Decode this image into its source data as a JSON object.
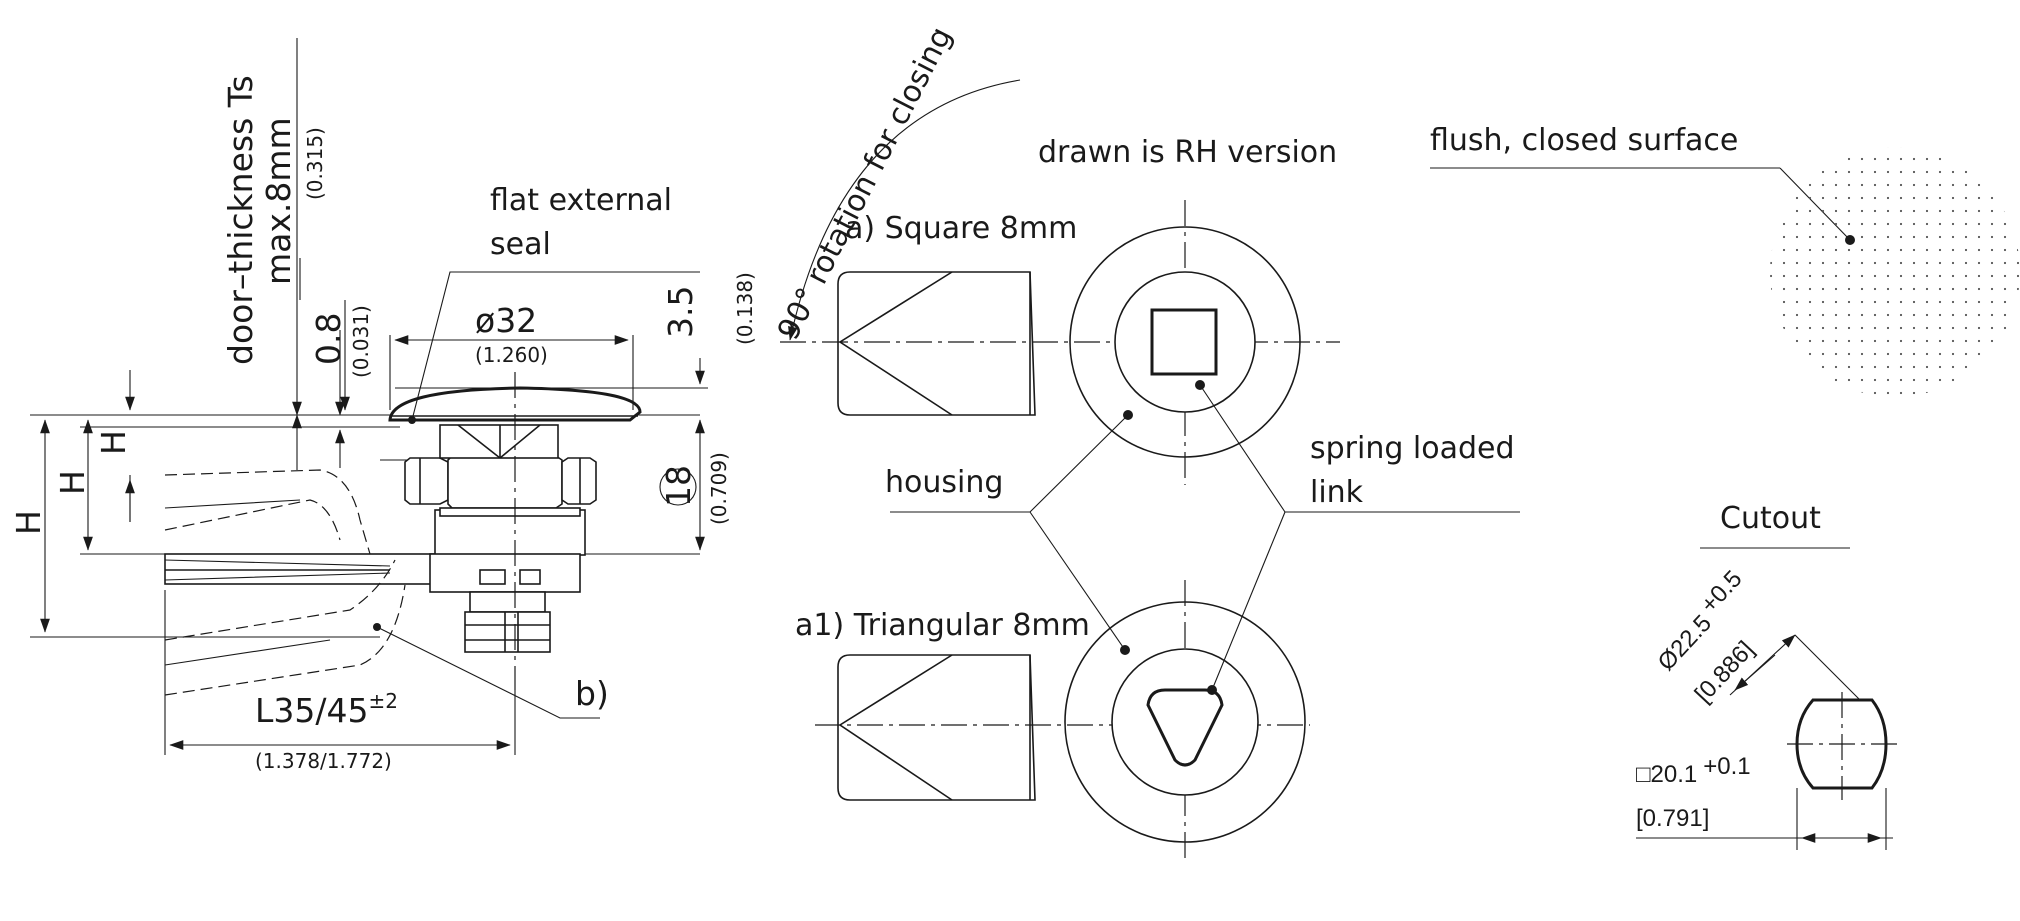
{
  "labels": {
    "door_thickness": "door–thickness Ts",
    "door_thickness_max": "max.8mm",
    "door_thickness_in": "(0.315)",
    "flat_external_seal_1": "flat external",
    "flat_external_seal_2": "seal",
    "dim_0_8": "0.8",
    "dim_0_8_in": "(0.031)",
    "dim_32": "ø32",
    "dim_32_in": "(1.260)",
    "dim_3_5": "3.5",
    "dim_3_5_in": "(0.138)",
    "dim_18": "18",
    "dim_18_in": "(0.709)",
    "dim_h": "H",
    "dim_l": "L35/45",
    "dim_l_tol": "±2",
    "dim_l_in": "(1.378/1.772)",
    "callout_b": "b)",
    "rotation": "90° rotation for closing",
    "drawn_rh": "drawn is RH version",
    "square": "a) Square 8mm",
    "triangular": "a1) Triangular 8mm",
    "housing": "housing",
    "spring_loaded_1": "spring loaded",
    "spring_loaded_2": "link",
    "flush_surface": "flush, closed surface",
    "cutout_title": "Cutout",
    "cutout_dia": "Ø22.5",
    "cutout_dia_tol": "+0.5",
    "cutout_dia_in": "[0.886]",
    "cutout_sq": "□20.1",
    "cutout_sq_tol": "+0.1",
    "cutout_sq_in": "[0.791]"
  }
}
